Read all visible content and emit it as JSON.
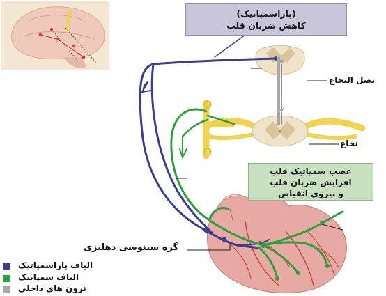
{
  "labels": {
    "parasympathetic_title": "(پاراسمپاتیک)",
    "parasympathetic_effect": "کاهش ضربان قلب",
    "medulla": "بصل النخاع",
    "spinal_cord": "نخاع",
    "sympathetic_line1": "عصب سمپاتیک قلب",
    "sympathetic_line2": "افزایش ضربان قلب",
    "sympathetic_line3": "و نیروی انقباض",
    "sa_node": "گره سینوسی دهلیزی"
  },
  "legend": [
    {
      "label": "الیاف پاراسمپاتیک",
      "color": "#3a3d92"
    },
    {
      "label": "الیاف سمپاتیک",
      "color": "#2f9e3e"
    },
    {
      "label": "نرون های داخلی",
      "color": "#a9a9a9"
    }
  ],
  "colors": {
    "parasympathetic": "#3a3d92",
    "sympathetic": "#2f9e3e",
    "interneuron": "#a9a9a9",
    "heart": "#e7a9a3",
    "ganglion": "#f2d34f"
  }
}
